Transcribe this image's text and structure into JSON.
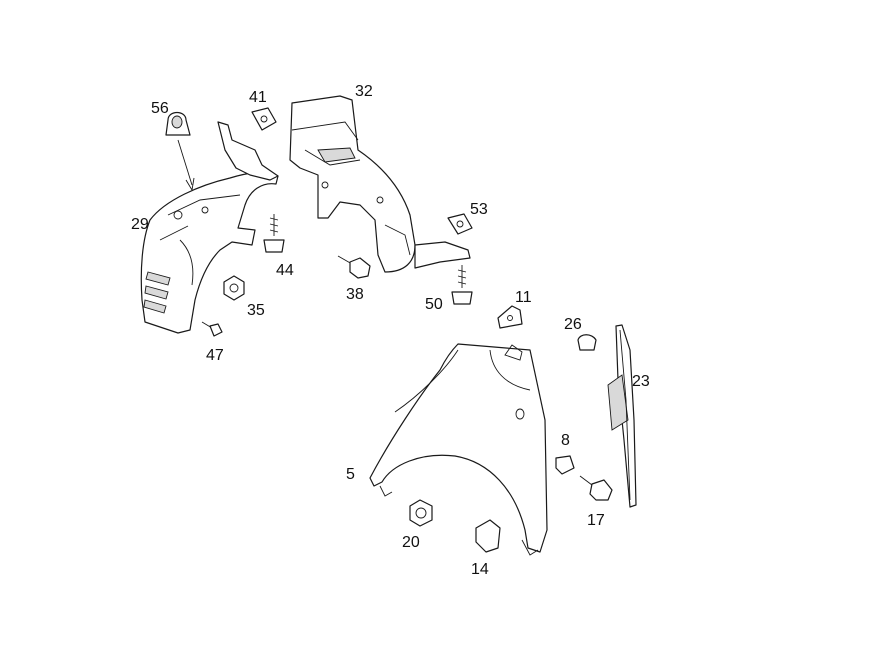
{
  "callouts": {
    "p56": "56",
    "p41": "41",
    "p32": "32",
    "p29": "29",
    "p44": "44",
    "p53": "53",
    "p38": "38",
    "p35": "35",
    "p50": "50",
    "p11": "11",
    "p47": "47",
    "p26": "26",
    "p23": "23",
    "p8": "8",
    "p5": "5",
    "p17": "17",
    "p20": "20",
    "p14": "14"
  }
}
